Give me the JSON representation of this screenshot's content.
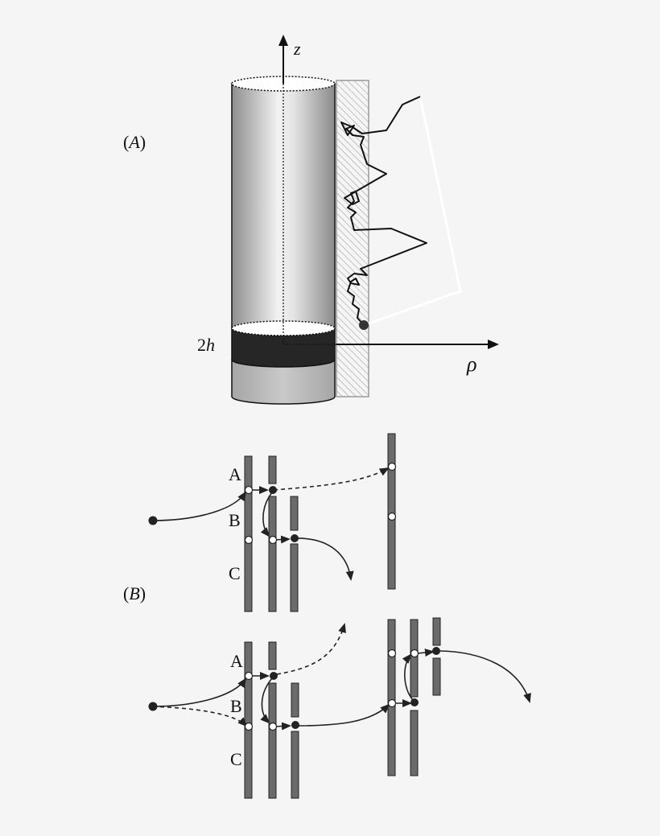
{
  "panel_a": {
    "label": "(A)",
    "label_paren_open": "(",
    "label_letter": "A",
    "label_paren_close": ")",
    "axis_z": "z",
    "axis_rho": "ρ",
    "band_label_num": "2",
    "band_label_var": "h"
  },
  "panel_b": {
    "label": "(B)",
    "label_paren_open": "(",
    "label_letter": "B",
    "label_paren_close": ")",
    "top": {
      "site_a": "A",
      "site_b": "B",
      "site_c": "C"
    },
    "bottom": {
      "site_a": "A",
      "site_b": "B",
      "site_c": "C"
    }
  },
  "colors": {
    "background": "#f5f5f5",
    "strand": "#6b6b6b",
    "band": "#262626",
    "hatch": "#9a9a9a",
    "line": "#111111"
  }
}
